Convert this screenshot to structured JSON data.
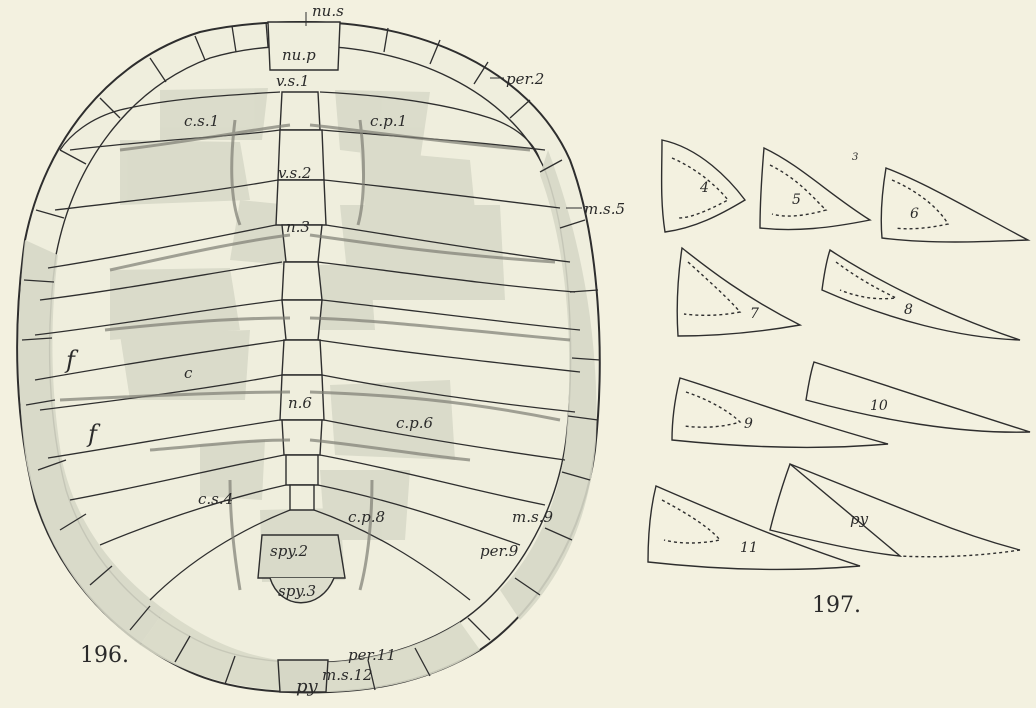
{
  "figure_196": {
    "number": "196.",
    "labels": {
      "nu_s": "nu.s",
      "nu_p": "nu.p",
      "v_s_1": "v.s.1",
      "per_2": "per.2",
      "c_s_1": "c.s.1",
      "c_p_1": "c.p.1",
      "v_s_2": "v.s.2",
      "m_s_5": "m.s.5",
      "n_3": "n.3",
      "f_upper": "f",
      "f_lower": "f",
      "c": "c",
      "n_6": "n.6",
      "c_p_6": "c.p.6",
      "c_s_4": "c.s.4",
      "c_p_8": "c.p.8",
      "m_s_9": "m.s.9",
      "spy_2": "spy.2",
      "per_9": "per.9",
      "spy_3": "spy.3",
      "per_11": "per.11",
      "m_s_12": "m.s.12",
      "py": "py"
    }
  },
  "figure_197": {
    "number": "197.",
    "small_mark": "3",
    "bone_labels": [
      "4",
      "5",
      "6",
      "7",
      "8",
      "9",
      "10",
      "11",
      "py"
    ]
  }
}
